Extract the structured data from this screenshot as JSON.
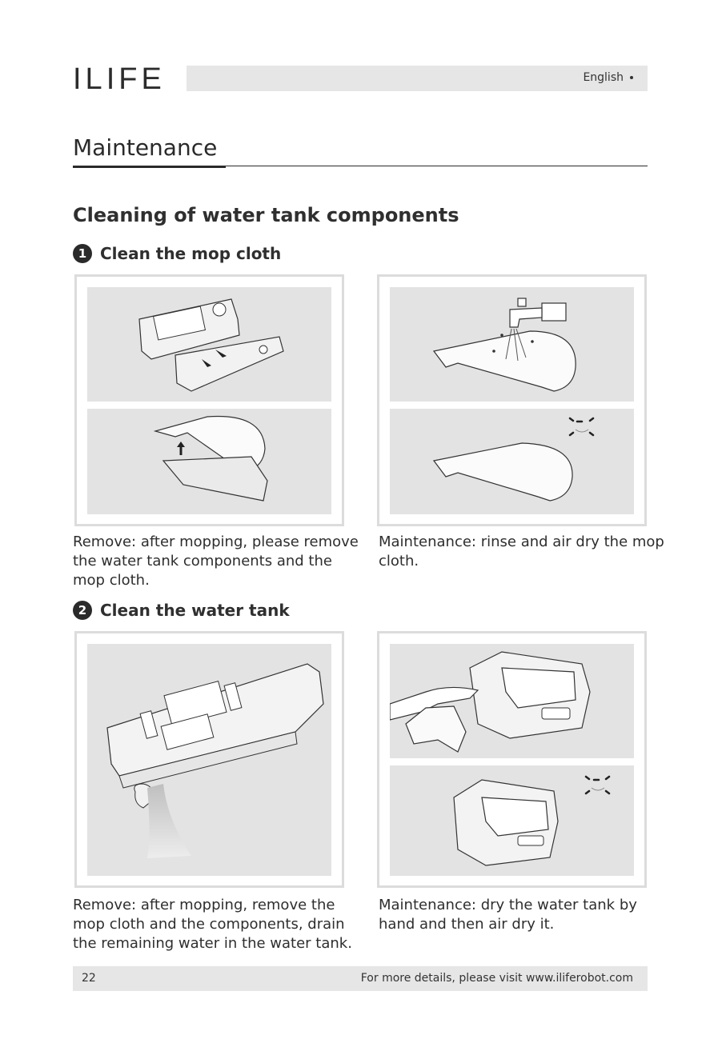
{
  "header": {
    "logo": "ILIFE",
    "language": "English"
  },
  "page_title": "Maintenance",
  "subsection": "Cleaning of water tank components",
  "steps": [
    {
      "number": "1",
      "title": "Clean the mop cloth",
      "captions": [
        "Remove: after mopping, please remove the water tank components and the mop cloth.",
        "Maintenance: rinse and air dry the mop cloth."
      ]
    },
    {
      "number": "2",
      "title": "Clean the water tank",
      "captions": [
        "Remove: after mopping, remove the mop cloth and the components, drain the remaining water in the water tank.",
        "Maintenance: dry the water tank by hand and then air dry it."
      ]
    }
  ],
  "footer": {
    "page_number": "22",
    "more_details": "For more details, please visit www.iliferobot.com"
  }
}
